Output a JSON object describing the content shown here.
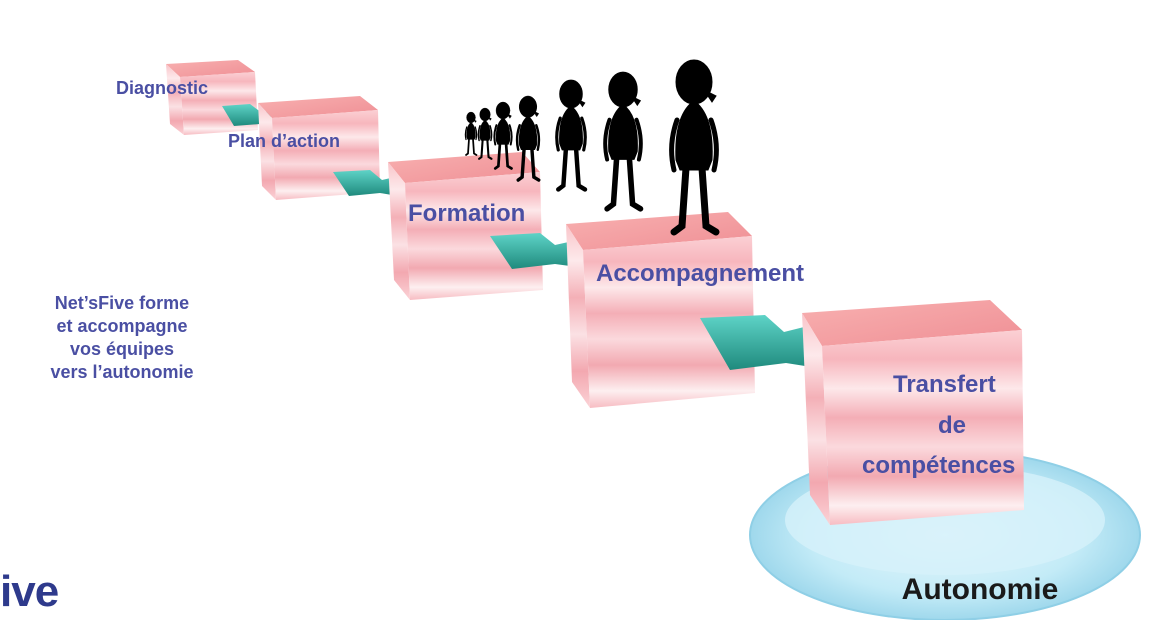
{
  "steps": [
    {
      "label": "Diagnostic"
    },
    {
      "label": "Plan d’action"
    },
    {
      "label": "Formation"
    },
    {
      "label": "Accompagnement"
    },
    {
      "label": "Transfert",
      "label2": "de",
      "label3": "compétences"
    }
  ],
  "tagline": [
    "Net’sFive forme",
    "et  accompagne",
    "vos équipes",
    "vers l’autonomie"
  ],
  "goal": "Autonomie",
  "logo_text": "ive",
  "colors": {
    "label_text": "#4a4fa3",
    "cube_top": "#f2a3a3",
    "cube_stripe_dark": "#f5b3b8",
    "cube_stripe_light": "#fde3e6",
    "arrow": "#2fa99a",
    "platform": "#b9e4f3",
    "figure": "#000000"
  }
}
